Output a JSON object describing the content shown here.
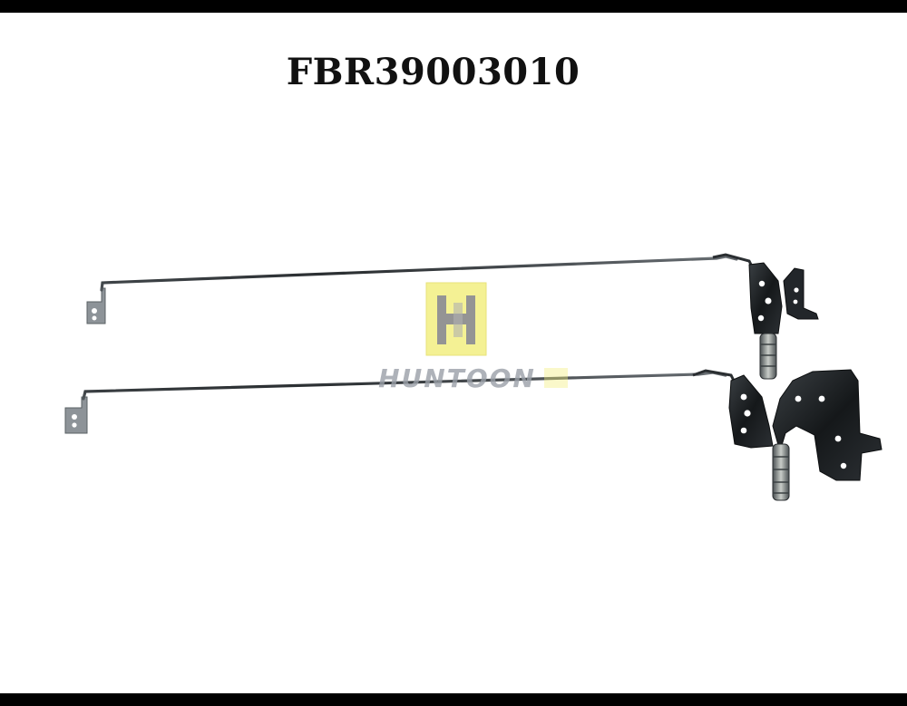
{
  "product": {
    "part_number": "FBR39003010"
  },
  "watermark": {
    "logo_letters": "H",
    "brand": "HUNTOON",
    "colors": {
      "logo_fill": "#f2ee7a",
      "logo_letters": "#7a7a7a",
      "brand_text": "#9aa0a8"
    }
  },
  "colors": {
    "background": "#ffffff",
    "frame_bars": "#000000",
    "metal_dark": "#1d2022",
    "metal_light": "#6a7074",
    "bracket_tab": "#8a9096"
  }
}
